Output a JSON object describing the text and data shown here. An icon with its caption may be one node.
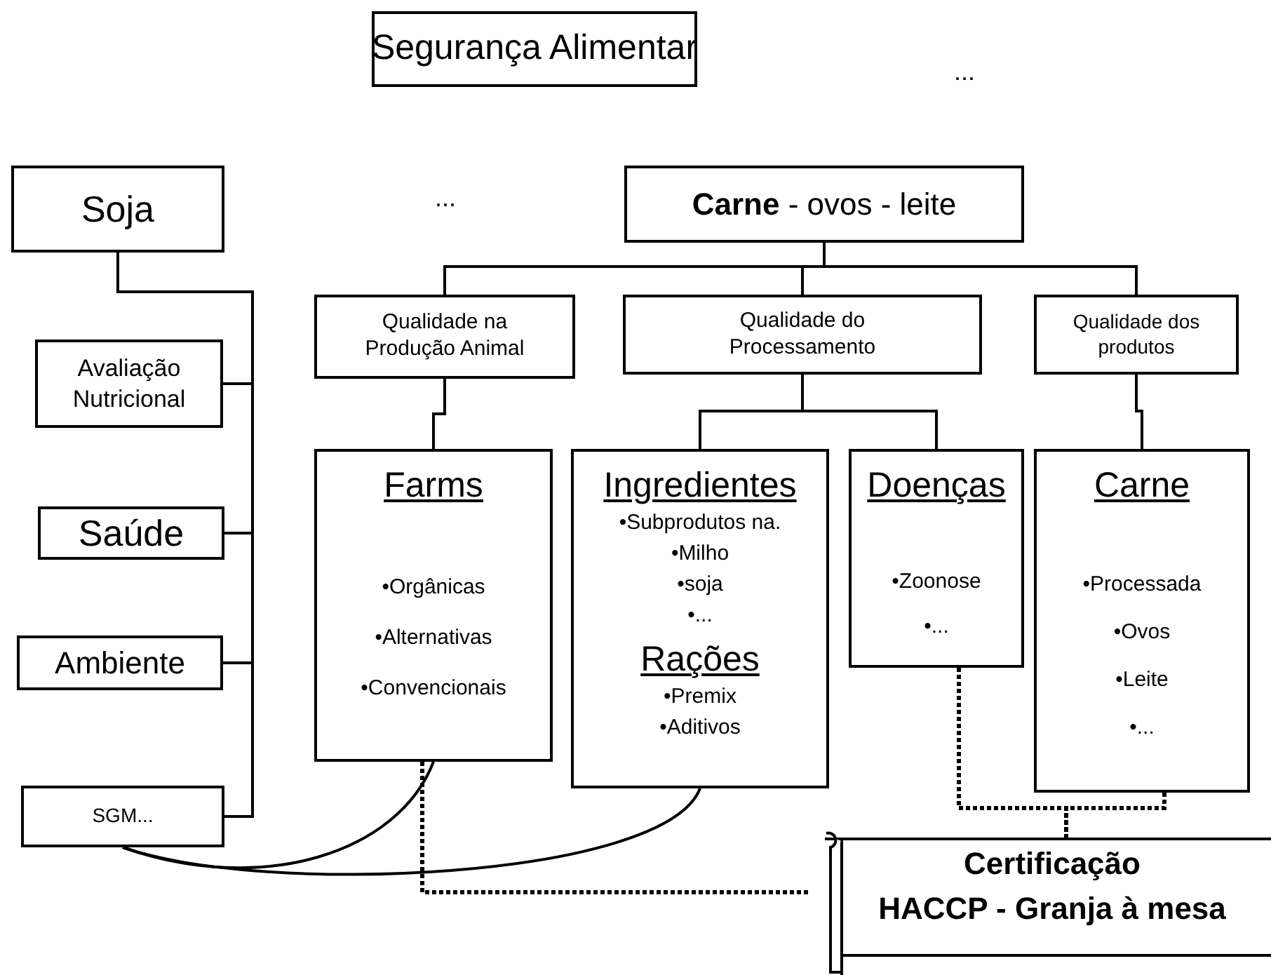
{
  "diagram": {
    "nodes": [
      {
        "text": [
          "Segurança Alimentar"
        ]
      },
      {
        "text": [
          "Soja"
        ]
      },
      {
        "text": [
          "**Carne** - ovos - leite"
        ]
      },
      {
        "text": [
          "Avaliação Nutricional"
        ]
      },
      {
        "text": [
          "Saúde"
        ]
      },
      {
        "text": [
          "Ambiente"
        ]
      },
      {
        "text": [
          "SGM..."
        ]
      },
      {
        "text": [
          "Qualidade na Produção Animal"
        ]
      },
      {
        "text": [
          "Qualidade do Processamento"
        ]
      },
      {
        "text": [
          "Qualidade dos produtos"
        ]
      },
      {
        "text": [
          "Farms",
          "•Orgânicas",
          "•Alternativas",
          "•Convencionais"
        ]
      },
      {
        "text": [
          "Ingredientes",
          "•Subprodutos na.",
          "•Milho",
          "•soja",
          "•...",
          "Rações",
          "•Premix",
          "•Aditivos"
        ]
      },
      {
        "text": [
          "Doenças",
          "•Zoonose",
          "•..."
        ]
      },
      {
        "text": [
          "Carne",
          "•Processada",
          "•Ovos",
          "•Leite",
          "•..."
        ]
      },
      {
        "text": [
          "Certificação",
          "HACCP - Granja à mesa"
        ]
      }
    ],
    "edges": [
      {
        "from": 1,
        "to": 3,
        "arrow": "none"
      },
      {
        "from": 1,
        "to": 4,
        "arrow": "none"
      },
      {
        "from": 1,
        "to": 5,
        "arrow": "none"
      },
      {
        "from": 1,
        "to": 6,
        "arrow": "none"
      },
      {
        "from": 2,
        "to": 7,
        "arrow": "none"
      },
      {
        "from": 2,
        "to": 8,
        "arrow": "none"
      },
      {
        "from": 2,
        "to": 9,
        "arrow": "none"
      },
      {
        "from": 7,
        "to": 10,
        "arrow": "none"
      },
      {
        "from": 8,
        "to": 11,
        "arrow": "none"
      },
      {
        "from": 8,
        "to": 12,
        "arrow": "none"
      },
      {
        "from": 9,
        "to": 13,
        "arrow": "none"
      },
      {
        "from": 10,
        "to": 6,
        "arrow": "none"
      },
      {
        "from": 11,
        "to": 6,
        "arrow": "none"
      },
      {
        "from": 10,
        "to": 14,
        "arrow": "none",
        "style": "dashed"
      },
      {
        "from": 12,
        "to": 14,
        "arrow": "none",
        "style": "dashed"
      },
      {
        "from": 13,
        "to": 14,
        "arrow": "none",
        "style": "dashed"
      }
    ],
    "labels": [
      "...",
      "..."
    ]
  }
}
